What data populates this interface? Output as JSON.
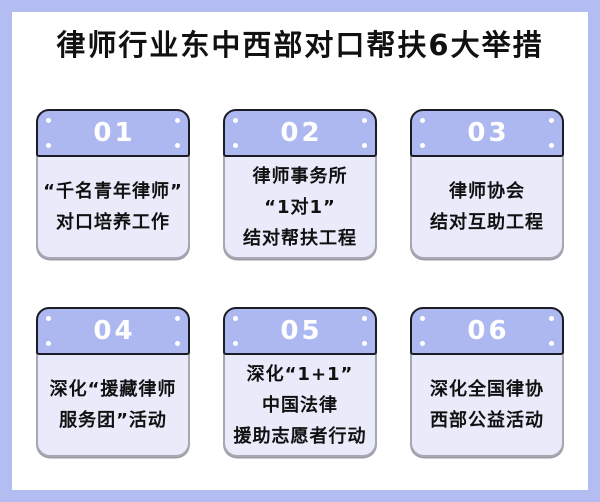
{
  "page": {
    "title": "律师行业东中西部对口帮扶6大举措"
  },
  "colors": {
    "frame_border": "#b4bdf2",
    "card_header_bg": "#aeb8f0",
    "card_header_border": "#1c1c26",
    "card_body_bg": "#e9ebfa",
    "card_body_border": "#a8a8b2",
    "number_text": "#ffffff",
    "body_text": "#111111"
  },
  "cards": [
    {
      "number": "01",
      "lines": [
        "“千名青年律师”",
        "对口培养工作"
      ]
    },
    {
      "number": "02",
      "lines": [
        "律师事务所",
        "“1对1”",
        "结对帮扶工程"
      ]
    },
    {
      "number": "03",
      "lines": [
        "律师协会",
        "结对互助工程"
      ]
    },
    {
      "number": "04",
      "lines": [
        "深化“援藏律师",
        "服务团”活动"
      ]
    },
    {
      "number": "05",
      "lines": [
        "深化“1+1”",
        "中国法律",
        "援助志愿者行动"
      ]
    },
    {
      "number": "06",
      "lines": [
        "深化全国律协",
        "西部公益活动"
      ]
    }
  ]
}
